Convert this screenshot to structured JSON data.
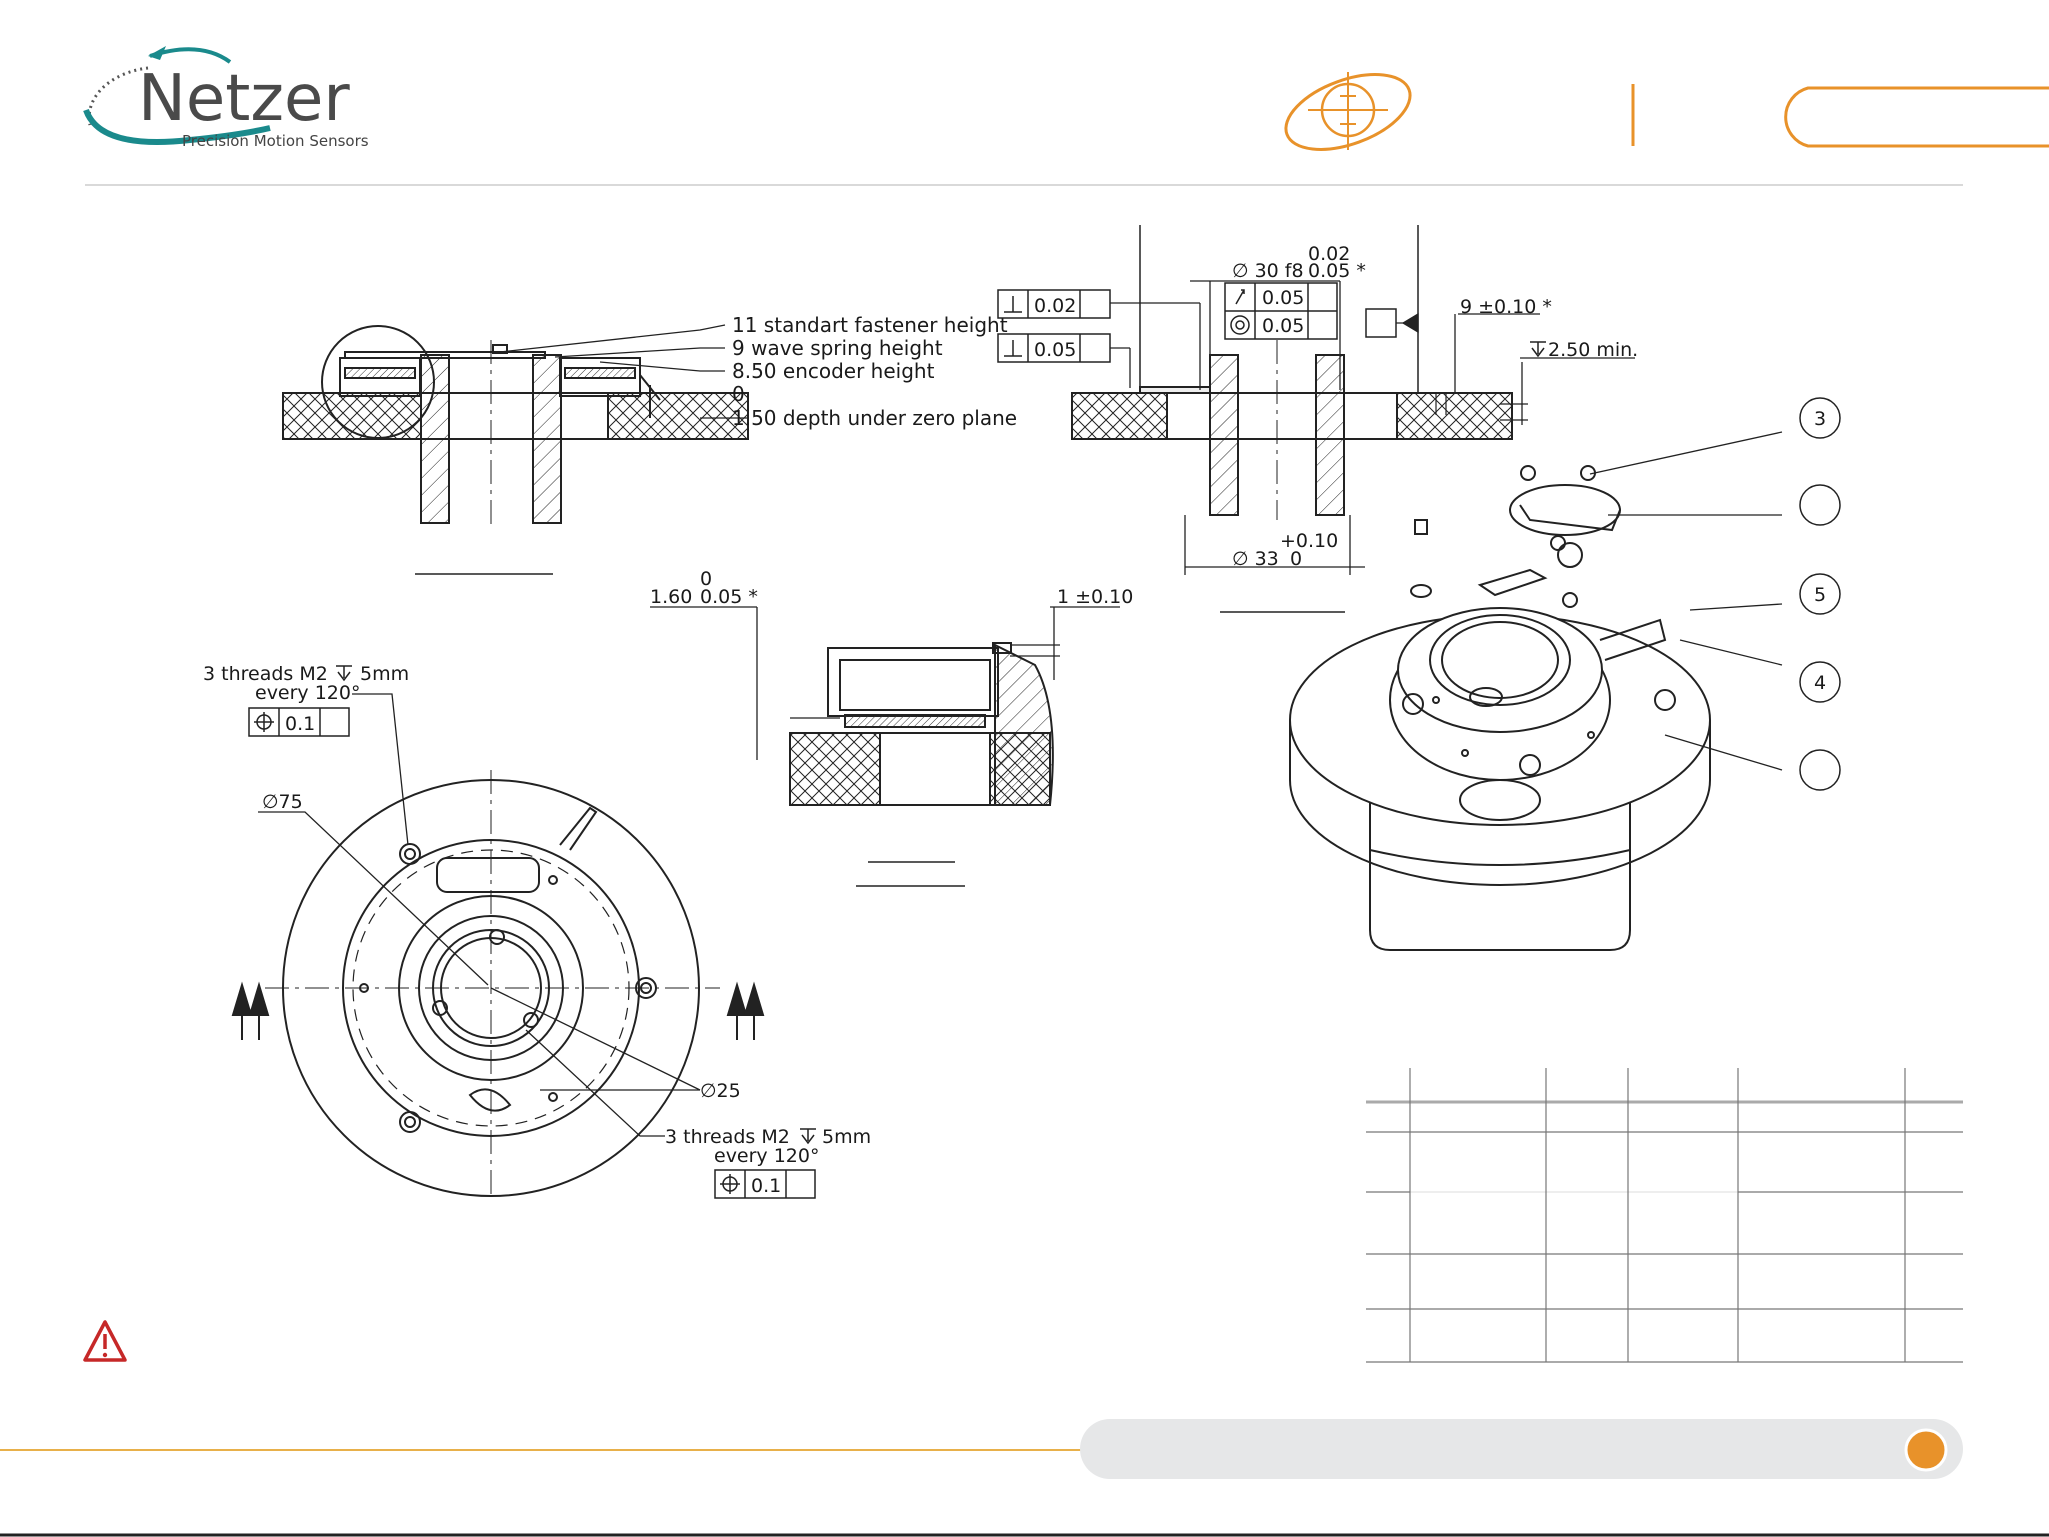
{
  "brand": {
    "name": "Netzer",
    "tagline": "Precision Motion Sensors",
    "accent_color": "#e8922a",
    "teal_color": "#1a8a8c"
  },
  "icons": {
    "target_logo": "crosshair-target-icon",
    "warning": "warning-triangle-icon",
    "footer_dot": "orange-circle-icon"
  },
  "side_view_left": {
    "labels": [
      "11 standart fastener height",
      "9 wave spring height",
      "8.50 encoder height",
      "0",
      "1.50 depth under zero plane"
    ]
  },
  "side_view_right": {
    "diameter_shaft": "∅ 30 f8",
    "shaft_tol_upper": "0.02",
    "shaft_tol_lower": "0.05 *",
    "perp_1": "0.02",
    "perp_2": "0.05",
    "runout": "0.05",
    "concentricity": "0.05",
    "height": "9 ±0.10 *",
    "depth_min": "2.50 min.",
    "bore_tol_upper": "+0.10",
    "bore_label": "∅ 33",
    "bore_tol_lower": "0"
  },
  "detail_view": {
    "gap_upper": "0",
    "gap_value": "1.60",
    "gap_lower": "0.05 *",
    "offset": "1 ±0.10"
  },
  "top_view": {
    "thread_outer_1": "3 threads M2",
    "thread_outer_depth": "5mm",
    "thread_outer_2": "every 120°",
    "position_tol_outer": "0.1",
    "diameter_outer": "∅75",
    "diameter_inner": "∅25",
    "thread_inner_1": "3 threads M2",
    "thread_inner_depth": "5mm",
    "thread_inner_2": "every 120°",
    "position_tol_inner": "0.1"
  },
  "iso_view": {
    "balloons": [
      "3",
      "",
      "5",
      "4",
      ""
    ]
  }
}
